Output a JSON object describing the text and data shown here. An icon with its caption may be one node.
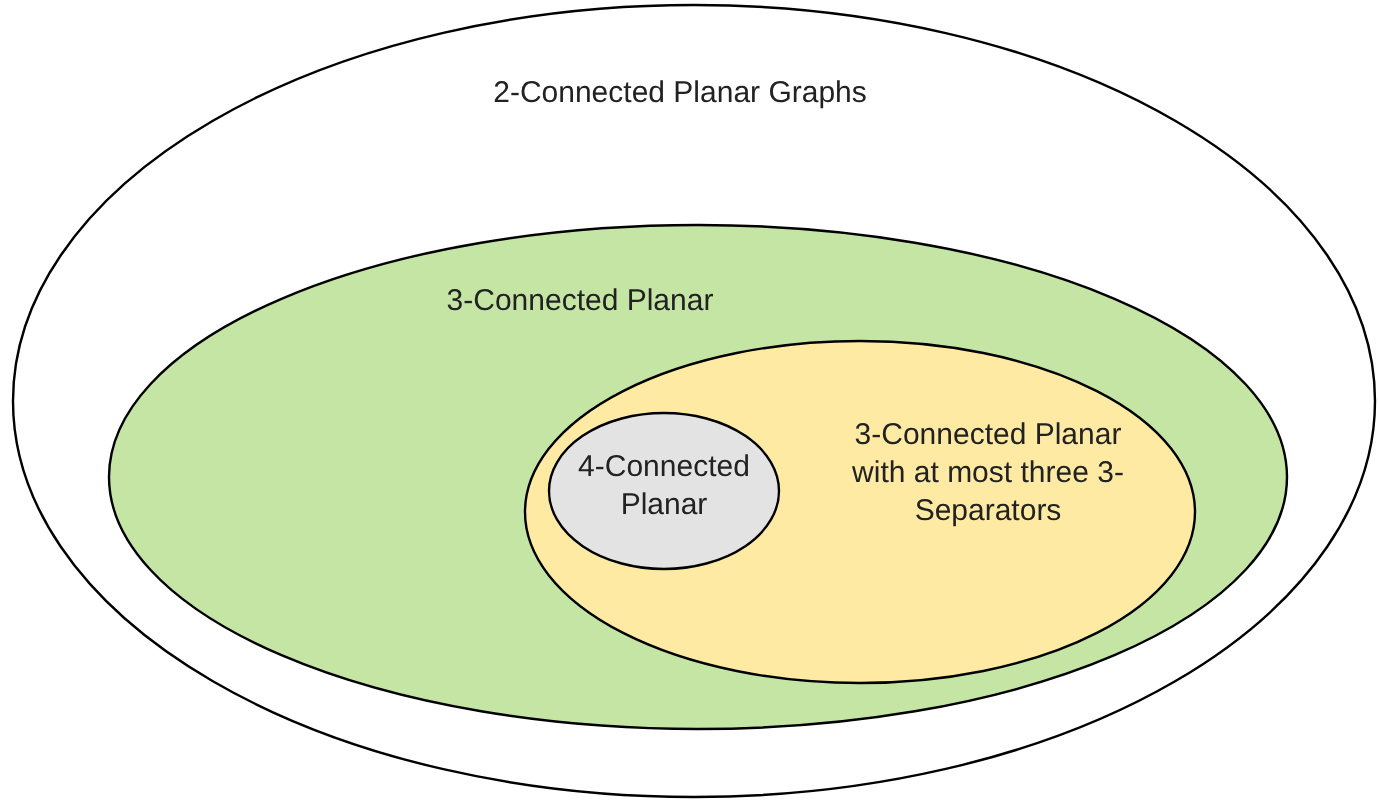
{
  "diagram": {
    "nodes": [
      {
        "text": [
          "2-Connected Planar Graphs"
        ]
      },
      {
        "text": [
          "3-Connected Planar"
        ],
        "in": 0
      },
      {
        "text": [
          "3-Connected Planar with at most three 3-Separators"
        ],
        "in": 1
      },
      {
        "text": [
          "4-Connected Planar"
        ],
        "in": 2
      }
    ]
  }
}
